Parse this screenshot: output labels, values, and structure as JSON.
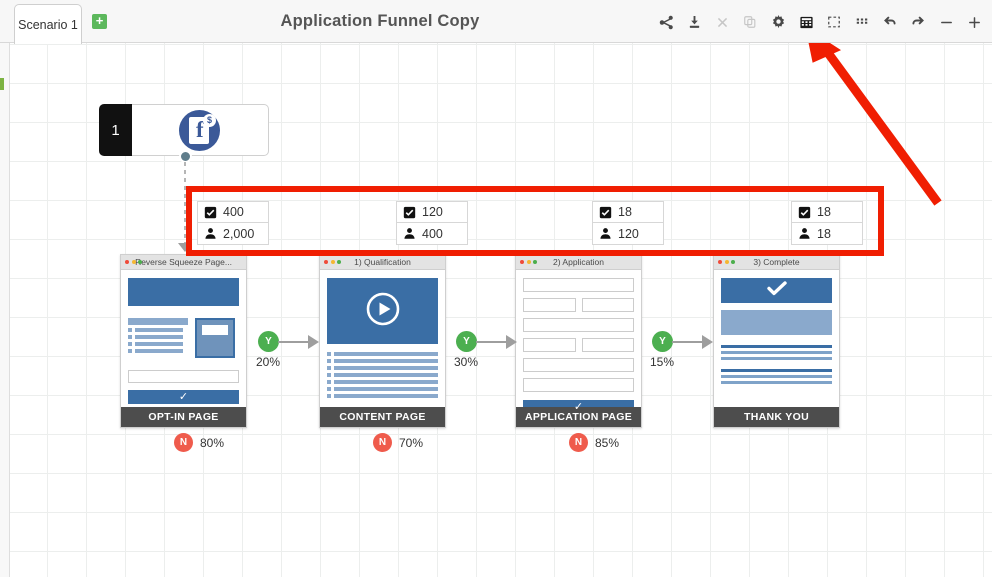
{
  "topbar": {
    "tab_label": "Scenario 1",
    "add_scenario_label": "+",
    "title": "Application Funnel Copy",
    "tools": [
      {
        "name": "share-icon",
        "label": "Share",
        "state": "normal"
      },
      {
        "name": "download-icon",
        "label": "Download",
        "state": "normal"
      },
      {
        "name": "close-icon",
        "label": "Close",
        "state": "disabled"
      },
      {
        "name": "copy-icon",
        "label": "Copy",
        "state": "disabled"
      },
      {
        "name": "gear-icon",
        "label": "Settings",
        "state": "normal"
      },
      {
        "name": "calculator-icon",
        "label": "Forecast Table",
        "state": "active"
      },
      {
        "name": "marquee-select-icon",
        "label": "Select Area",
        "state": "normal"
      },
      {
        "name": "grid-icon",
        "label": "Grid",
        "state": "normal"
      },
      {
        "name": "undo-icon",
        "label": "Undo",
        "state": "normal"
      },
      {
        "name": "redo-icon",
        "label": "Redo",
        "state": "normal"
      },
      {
        "name": "zoom-out-icon",
        "label": "Zoom Out",
        "state": "normal"
      },
      {
        "name": "zoom-in-icon",
        "label": "Zoom In",
        "state": "normal"
      }
    ]
  },
  "source": {
    "number": "1",
    "channel_icon": "facebook-icon",
    "badge": "$"
  },
  "metrics": [
    {
      "conversions": "400",
      "visitors": "2,000"
    },
    {
      "conversions": "120",
      "visitors": "400"
    },
    {
      "conversions": "18",
      "visitors": "120"
    },
    {
      "conversions": "18",
      "visitors": "18"
    }
  ],
  "pages": [
    {
      "window_title": "Reverse Squeeze Page...",
      "footer": "OPT-IN PAGE",
      "mock": "optin"
    },
    {
      "window_title": "1) Qualification",
      "footer": "CONTENT PAGE",
      "mock": "video"
    },
    {
      "window_title": "2) Application",
      "footer": "APPLICATION PAGE",
      "mock": "form"
    },
    {
      "window_title": "3) Complete",
      "footer": "THANK YOU",
      "mock": "thanks"
    }
  ],
  "connectors": [
    {
      "badge": "Y",
      "percent": "20%"
    },
    {
      "badge": "Y",
      "percent": "30%"
    },
    {
      "badge": "Y",
      "percent": "15%"
    }
  ],
  "exits": [
    {
      "badge": "N",
      "percent": "80%"
    },
    {
      "badge": "N",
      "percent": "70%"
    },
    {
      "badge": "N",
      "percent": "85%"
    }
  ],
  "annotations": {
    "highlight_color": "#f01e02",
    "arrow_target": "calculator-icon"
  }
}
